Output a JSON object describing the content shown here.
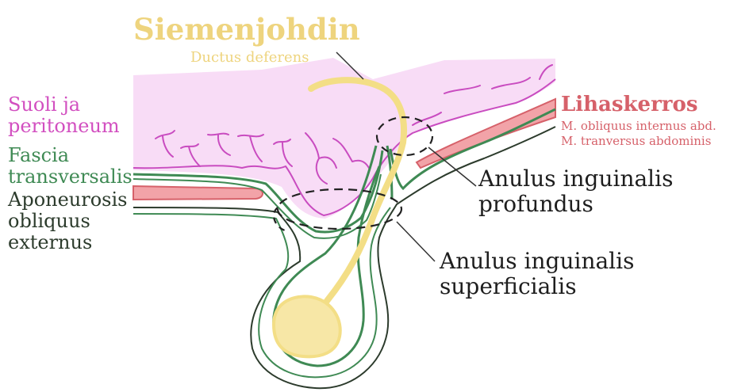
{
  "labels": {
    "ductus_fi": "Siemenjohdin",
    "ductus_lat": "Ductus deferens",
    "suoli_line1": "Suoli ja",
    "suoli_line2": "peritoneum",
    "fascia_line1": "Fascia",
    "fascia_line2": "transversalis",
    "aponeurosis_line1": "Aponeurosis",
    "aponeurosis_line2": "obliquus",
    "aponeurosis_line3": "externus",
    "lihas_fi": "Lihaskerros",
    "lihas_lat1": "M. obliquus  internus abd.",
    "lihas_lat2": "M. tranversus abdominis",
    "profundus_line1": "Anulus inguinalis",
    "profundus_line2": "profundus",
    "superficialis_line1": "Anulus inguinalis",
    "superficialis_line2": "superficialis"
  },
  "colors": {
    "intestine_fill": "#f8dcf6",
    "intestine_line": "#c94cc0",
    "fascia_green": "#3f8a54",
    "aponeurosis_dark": "#2c3b2c",
    "muscle_fill": "#f2a3a8",
    "muscle_line": "#d6616a",
    "duct_yellow": "#f3de86",
    "duct_fill": "#f7e7a6"
  }
}
